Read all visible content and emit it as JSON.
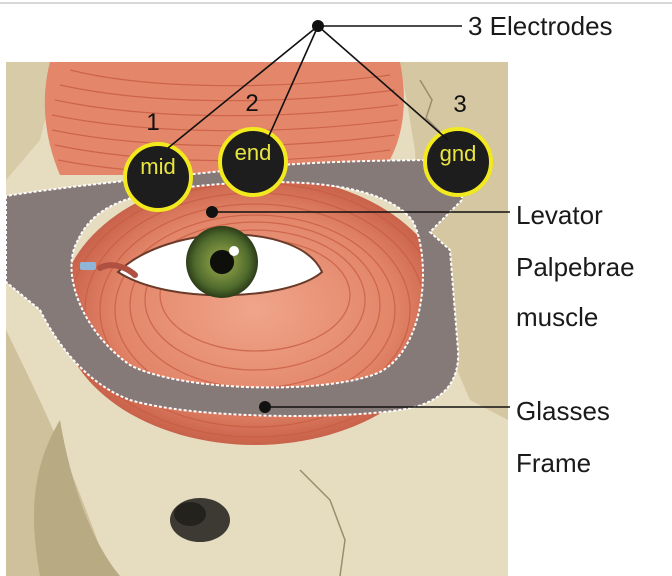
{
  "labels": {
    "electrodes": "3 Electrodes",
    "levator_line1": "Levator",
    "levator_line2": "Palpebrae",
    "levator_line3": "muscle",
    "glasses_line1": "Glasses",
    "glasses_line2": "Frame"
  },
  "electrodes": [
    {
      "number": "1",
      "label": "mid"
    },
    {
      "number": "2",
      "label": "end"
    },
    {
      "number": "3",
      "label": "gnd"
    }
  ],
  "colors": {
    "bone": "#e6dcc0",
    "bone_shadow": "#c9bc97",
    "muscle": "#e3866a",
    "muscle_line": "#c75c42",
    "frame": "#857a78",
    "electrode_ring": "#f2ea1e",
    "electrode_fill": "#1d1d1d",
    "iris": "#4f6a2c"
  }
}
